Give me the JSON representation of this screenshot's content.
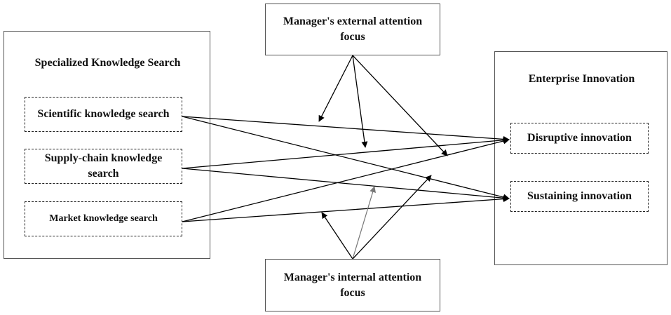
{
  "left_panel": {
    "title": "Specialized Knowledge Search",
    "items": [
      {
        "label": "Scientific knowledge search"
      },
      {
        "label": "Supply-chain knowledge search"
      },
      {
        "label": "Market knowledge search"
      }
    ]
  },
  "right_panel": {
    "title": "Enterprise Innovation",
    "items": [
      {
        "label": "Disruptive innovation"
      },
      {
        "label": "Sustaining innovation"
      }
    ]
  },
  "moderators": {
    "external": {
      "label": "Manager's external attention focus"
    },
    "internal": {
      "label": "Manager's internal attention focus"
    }
  },
  "colors": {
    "line": "#000000",
    "grey_line": "#777777"
  }
}
